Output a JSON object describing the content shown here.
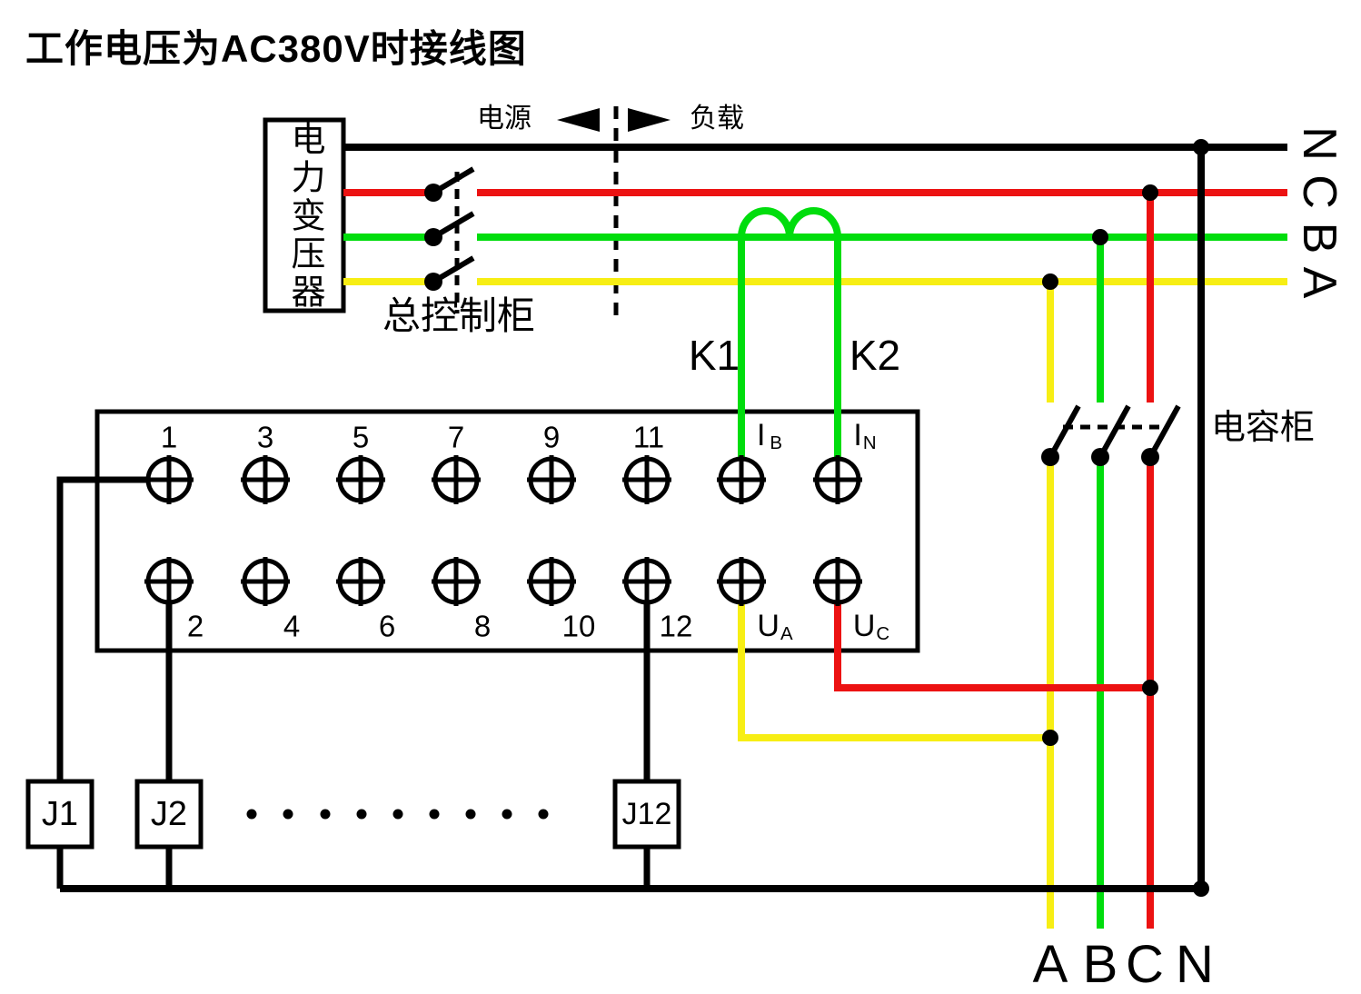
{
  "title": "工作电压为AC380V时接线图",
  "colors": {
    "background": "#ffffff",
    "wire_black": "#000000",
    "wire_red": "#ec1212",
    "wire_green": "#00dd0d",
    "wire_yellow": "#f7ee14"
  },
  "labels": {
    "transformer": "电力变压器",
    "main_control_cabinet": "总控制柜",
    "power_source": "电源",
    "load": "负载",
    "capacitor_cabinet": "电容柜",
    "ct_lead_1": "K1",
    "ct_lead_2": "K2"
  },
  "right_bus_labels": {
    "n": "N",
    "c": "C",
    "b": "B",
    "a": "A"
  },
  "bottom_bus_labels": {
    "a": "A",
    "b": "B",
    "c": "C",
    "n": "N"
  },
  "terminal_block": {
    "top_labels": [
      "1",
      "3",
      "5",
      "7",
      "9",
      "11"
    ],
    "current_terminals": [
      {
        "main": "I",
        "sub": "B"
      },
      {
        "main": "I",
        "sub": "N"
      }
    ],
    "bottom_labels": [
      "2",
      "4",
      "6",
      "8",
      "10",
      "12"
    ],
    "voltage_terminals": [
      {
        "main": "U",
        "sub": "A"
      },
      {
        "main": "U",
        "sub": "C"
      }
    ]
  },
  "relay_boxes": {
    "j1": "J1",
    "j2": "J2",
    "j12": "J12"
  }
}
